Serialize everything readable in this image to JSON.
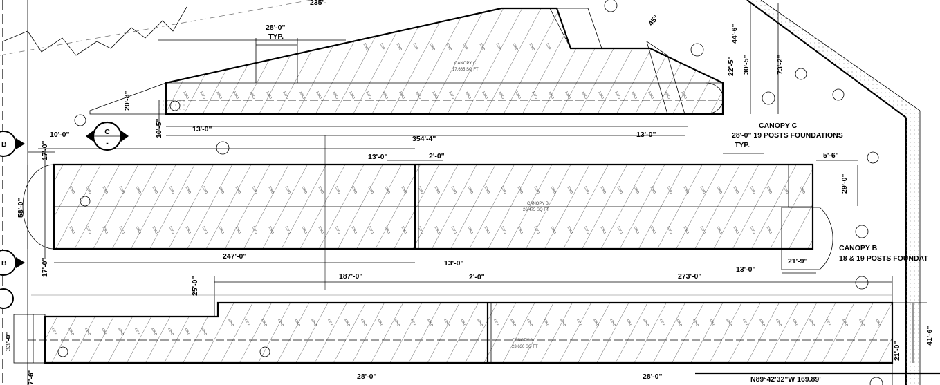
{
  "canopy_c": {
    "title": "CANOPY C",
    "posts": "28'-0\" 19 POSTS FOUNDATIONS",
    "typ": "TYP.",
    "area": "17,665 SQ FT"
  },
  "canopy_b": {
    "title": "CANOPY B",
    "posts": "18 & 19 POSTS FOUNDAT",
    "area": "26,475 SQ FT"
  },
  "canopy_a": {
    "area": "23,630 SQ FT"
  },
  "dimensions": {
    "d_28_typ": "28'-0\"",
    "typ": "TYP.",
    "d_20_8": "20'-8\"",
    "d_10_5": "10'-5\"",
    "d_13_c1": "13'-0\"",
    "d_354_4": "354'-4\"",
    "d_13_c2": "13'-0\"",
    "d_44_6": "44'-6\"",
    "d_30_5": "30'-5\"",
    "d_22_5": "22'-5\"",
    "d_73_2": "73'-2\"",
    "d_45": "45°",
    "d_10_0": "10'-0\"",
    "d_17_0_top": "17'-0\"",
    "d_58_0": "58'-0\"",
    "d_17_0_bot": "17'-0\"",
    "d_13_b": "13'-0\"",
    "d_2_0_b": "2'-0\"",
    "d_5_6": "5'-6\"",
    "d_29_0": "29'-0\"",
    "d_247_0": "247'-0\"",
    "d_13_b2": "13'-0\"",
    "d_13_b3": "13'-0\"",
    "d_21_9": "21'-9\"",
    "d_25_0": "25'-0\"",
    "d_187_0": "187'-0\"",
    "d_2_0_a": "2'-0\"",
    "d_273_0": "273'-0\"",
    "d_33_0": "33'-0\"",
    "d_41_6": "41'-6\"",
    "d_21_0": "21'-0\"",
    "d_28_a1": "28'-0\"",
    "d_28_a2": "28'-0\"",
    "d_7_6": "7'-6\"",
    "d_235": "235'-"
  },
  "survey": {
    "bearing": "N89°42'32\"W 169.89'"
  },
  "tags": {
    "b1": "B",
    "b2": "B",
    "c": "C",
    "c_sub": "-"
  },
  "stall_code": "12K0"
}
